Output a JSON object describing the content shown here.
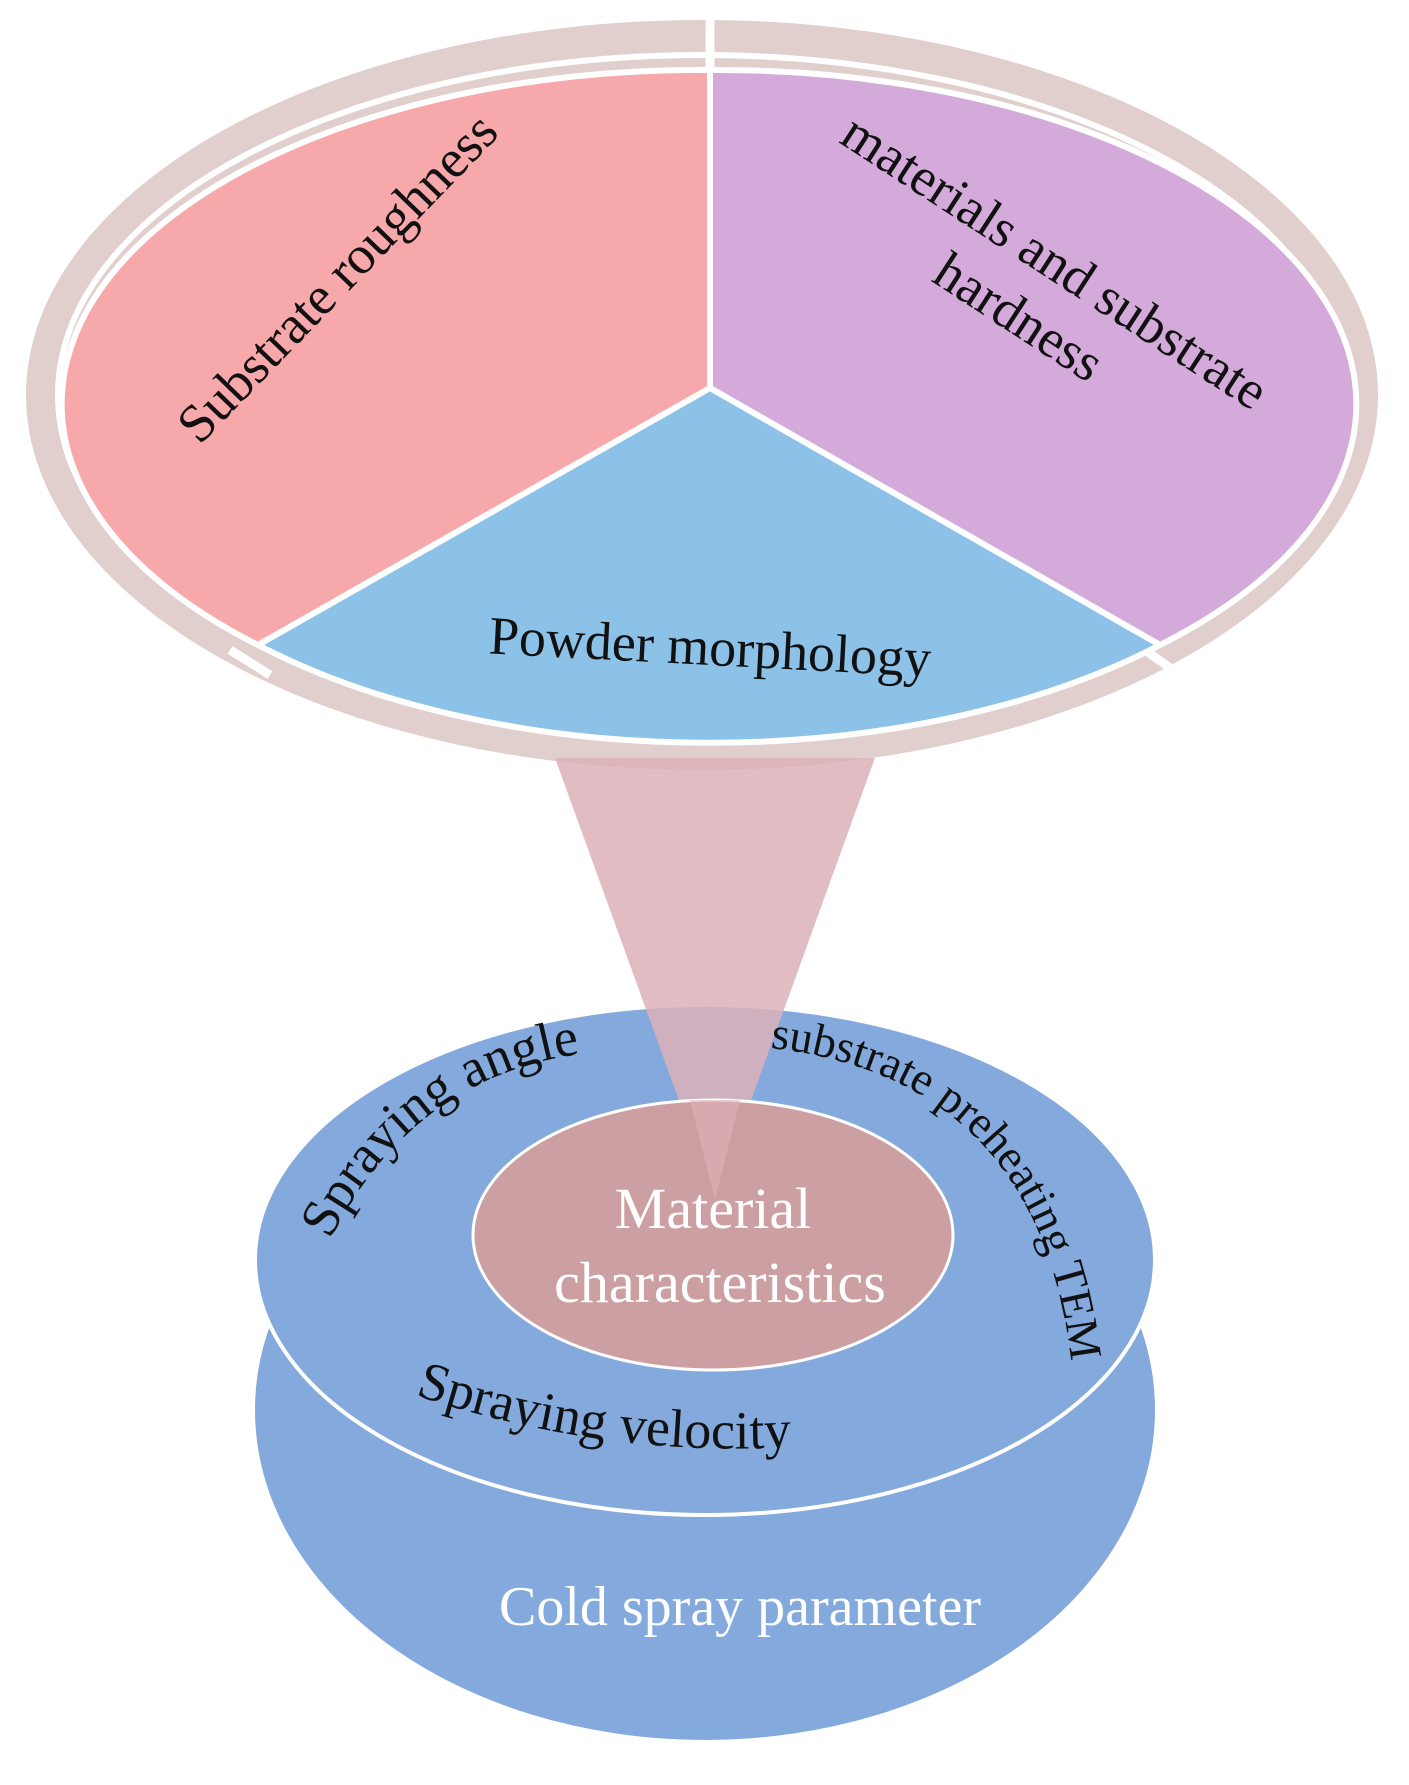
{
  "top_segments": {
    "left": {
      "label": "Substrate roughness",
      "color": "#f7a8aa"
    },
    "right": {
      "label_line1": "materials and substrate",
      "label_line2": "hardness",
      "color": "#d4aadb"
    },
    "bottom": {
      "label": "Powder morphology",
      "color": "#8cc2e8"
    }
  },
  "outer_ring_color": "#e0cfcd",
  "funnel_color": "#dcb2b8",
  "bottom_cylinder": {
    "color": "#83a9dd",
    "labels": {
      "spraying_angle": "Spraying angle",
      "substrate_preheating": "substrate preheating TEM",
      "spraying_velocity": "Spraying velocity",
      "cold_spray": "Cold spray parameter"
    }
  },
  "core": {
    "label_line1": "Material",
    "label_line2": "characteristics",
    "color": "#cc9fa2"
  }
}
